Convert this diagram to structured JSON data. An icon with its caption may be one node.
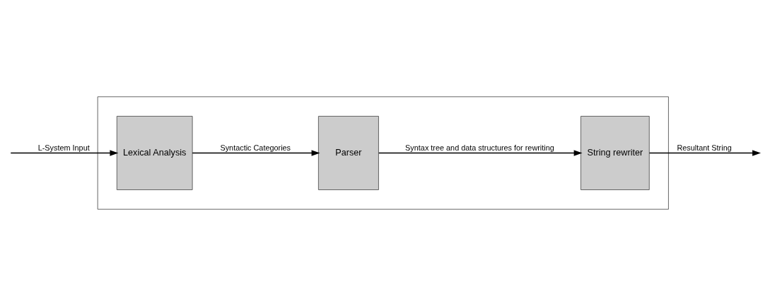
{
  "diagram": {
    "nodes": [
      {
        "text": [],
        "shape": "box"
      },
      {
        "text": [
          "Lexical Analysis"
        ],
        "in": 0
      },
      {
        "text": [
          "Parser"
        ],
        "in": 0
      },
      {
        "text": [
          "String rewriter"
        ],
        "in": 0
      }
    ],
    "edges": [
      {
        "from": null,
        "to": 1,
        "arrow": "to",
        "label": "L-System Input"
      },
      {
        "from": 1,
        "to": 2,
        "arrow": "to",
        "label": "Syntactic Categories"
      },
      {
        "from": 2,
        "to": 3,
        "arrow": "to",
        "label": "Syntax tree and data structures for rewriting"
      },
      {
        "from": 3,
        "to": null,
        "arrow": "to",
        "label": "Resultant String"
      }
    ]
  }
}
